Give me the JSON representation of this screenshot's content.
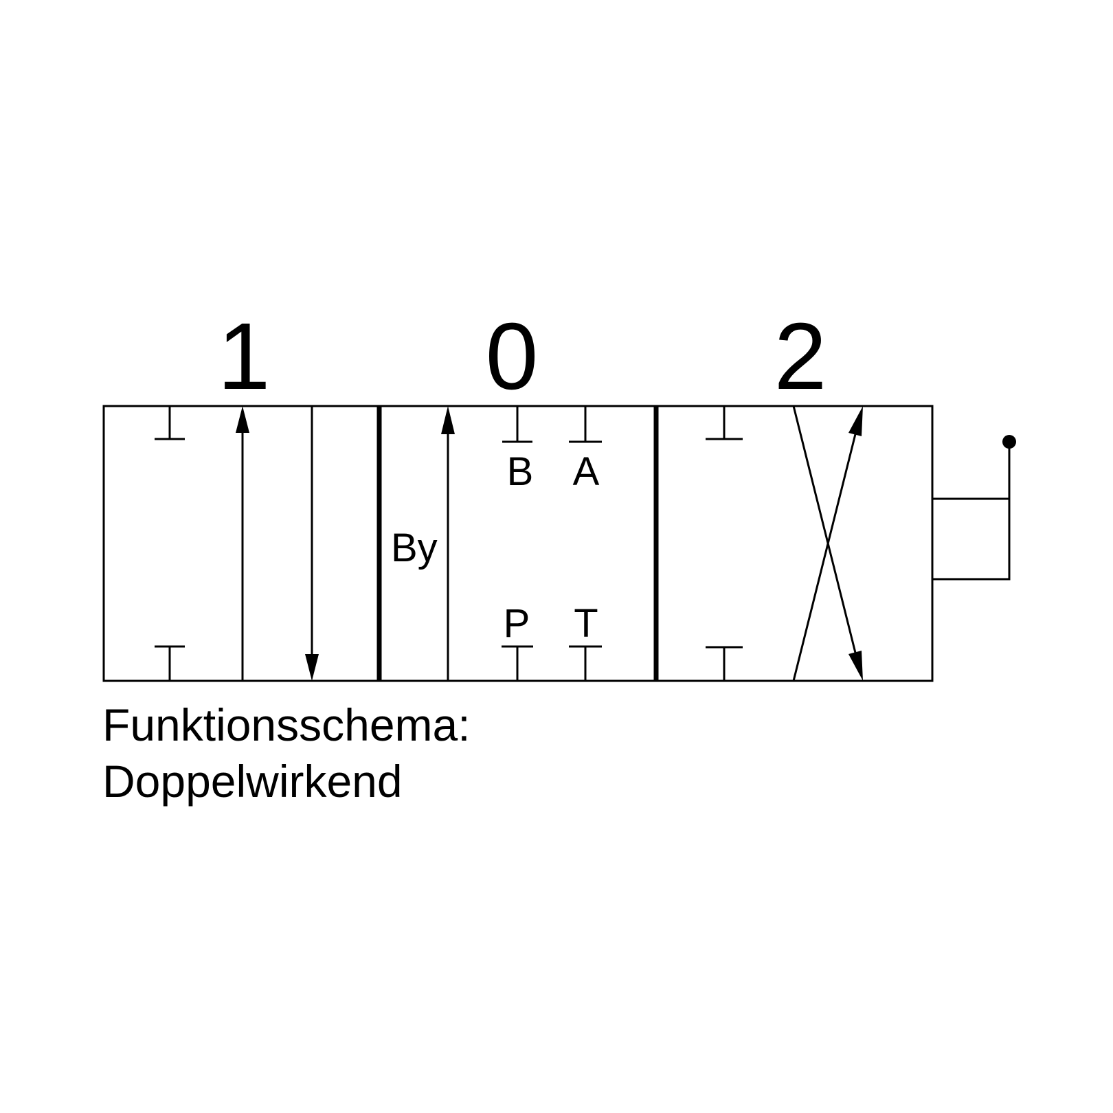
{
  "positions": {
    "left": "1",
    "center": "0",
    "right": "2"
  },
  "ports": {
    "b": "B",
    "a": "A",
    "p": "P",
    "t": "T",
    "by": "By"
  },
  "caption": {
    "line1": "Funktionsschema:",
    "line2": "Doppelwirkend"
  },
  "icons": {
    "lever": "lever-actuator-icon",
    "arrow": "flow-arrow-icon",
    "blocked": "blocked-port-icon"
  },
  "colors": {
    "line": "#000000",
    "background": "#ffffff"
  }
}
